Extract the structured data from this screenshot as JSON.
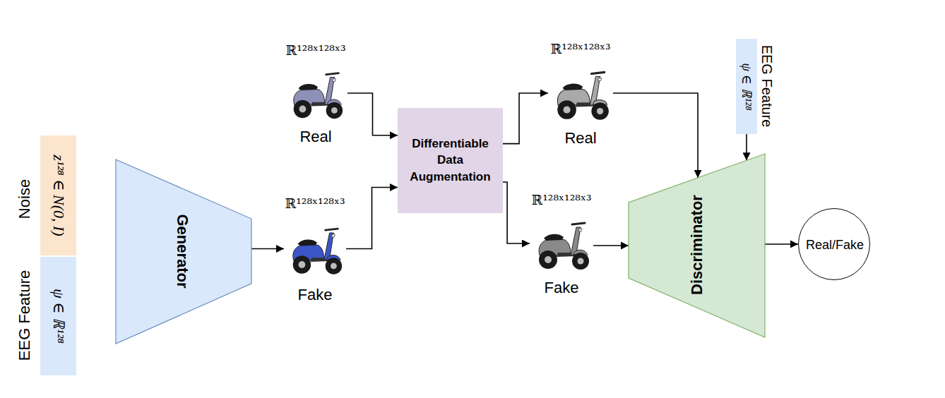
{
  "diagram": {
    "nodes": [
      {
        "text": [
          "Noise",
          "z¹²⁸ ∈ N(0, I)"
        ]
      },
      {
        "text": [
          "EEG Feature",
          "ψ ∈ ℝ¹²⁸"
        ]
      },
      {
        "text": [
          "Generator"
        ]
      },
      {
        "text": [
          "ℝ¹²⁸ˣ¹²⁸ˣ³",
          "Real"
        ]
      },
      {
        "text": [
          "ℝ¹²⁸ˣ¹²⁸ˣ³",
          "Fake"
        ]
      },
      {
        "text": [
          "Differentiable Data Augmentation"
        ]
      },
      {
        "text": [
          "ℝ¹²⁸ˣ¹²⁸ˣ³",
          "Real"
        ]
      },
      {
        "text": [
          "ℝ¹²⁸ˣ¹²⁸ˣ³",
          "Fake"
        ]
      },
      {
        "text": [
          "EEG Feature",
          "ψ ∈ ℝ¹²⁸"
        ]
      },
      {
        "text": [
          "Discriminator"
        ]
      },
      {
        "text": [
          "Real/Fake"
        ]
      }
    ],
    "edges": [
      {
        "from": 2,
        "to": 4,
        "arrow": "to"
      },
      {
        "from": 3,
        "to": 5,
        "arrow": "to"
      },
      {
        "from": 4,
        "to": 5,
        "arrow": "to"
      },
      {
        "from": 5,
        "to": 6,
        "arrow": "to"
      },
      {
        "from": 5,
        "to": 7,
        "arrow": "to"
      },
      {
        "from": 6,
        "to": 9,
        "arrow": "to"
      },
      {
        "from": 7,
        "to": 9,
        "arrow": "to"
      },
      {
        "from": 8,
        "to": 9,
        "arrow": "to"
      },
      {
        "from": 9,
        "to": 10,
        "arrow": "to"
      }
    ]
  }
}
